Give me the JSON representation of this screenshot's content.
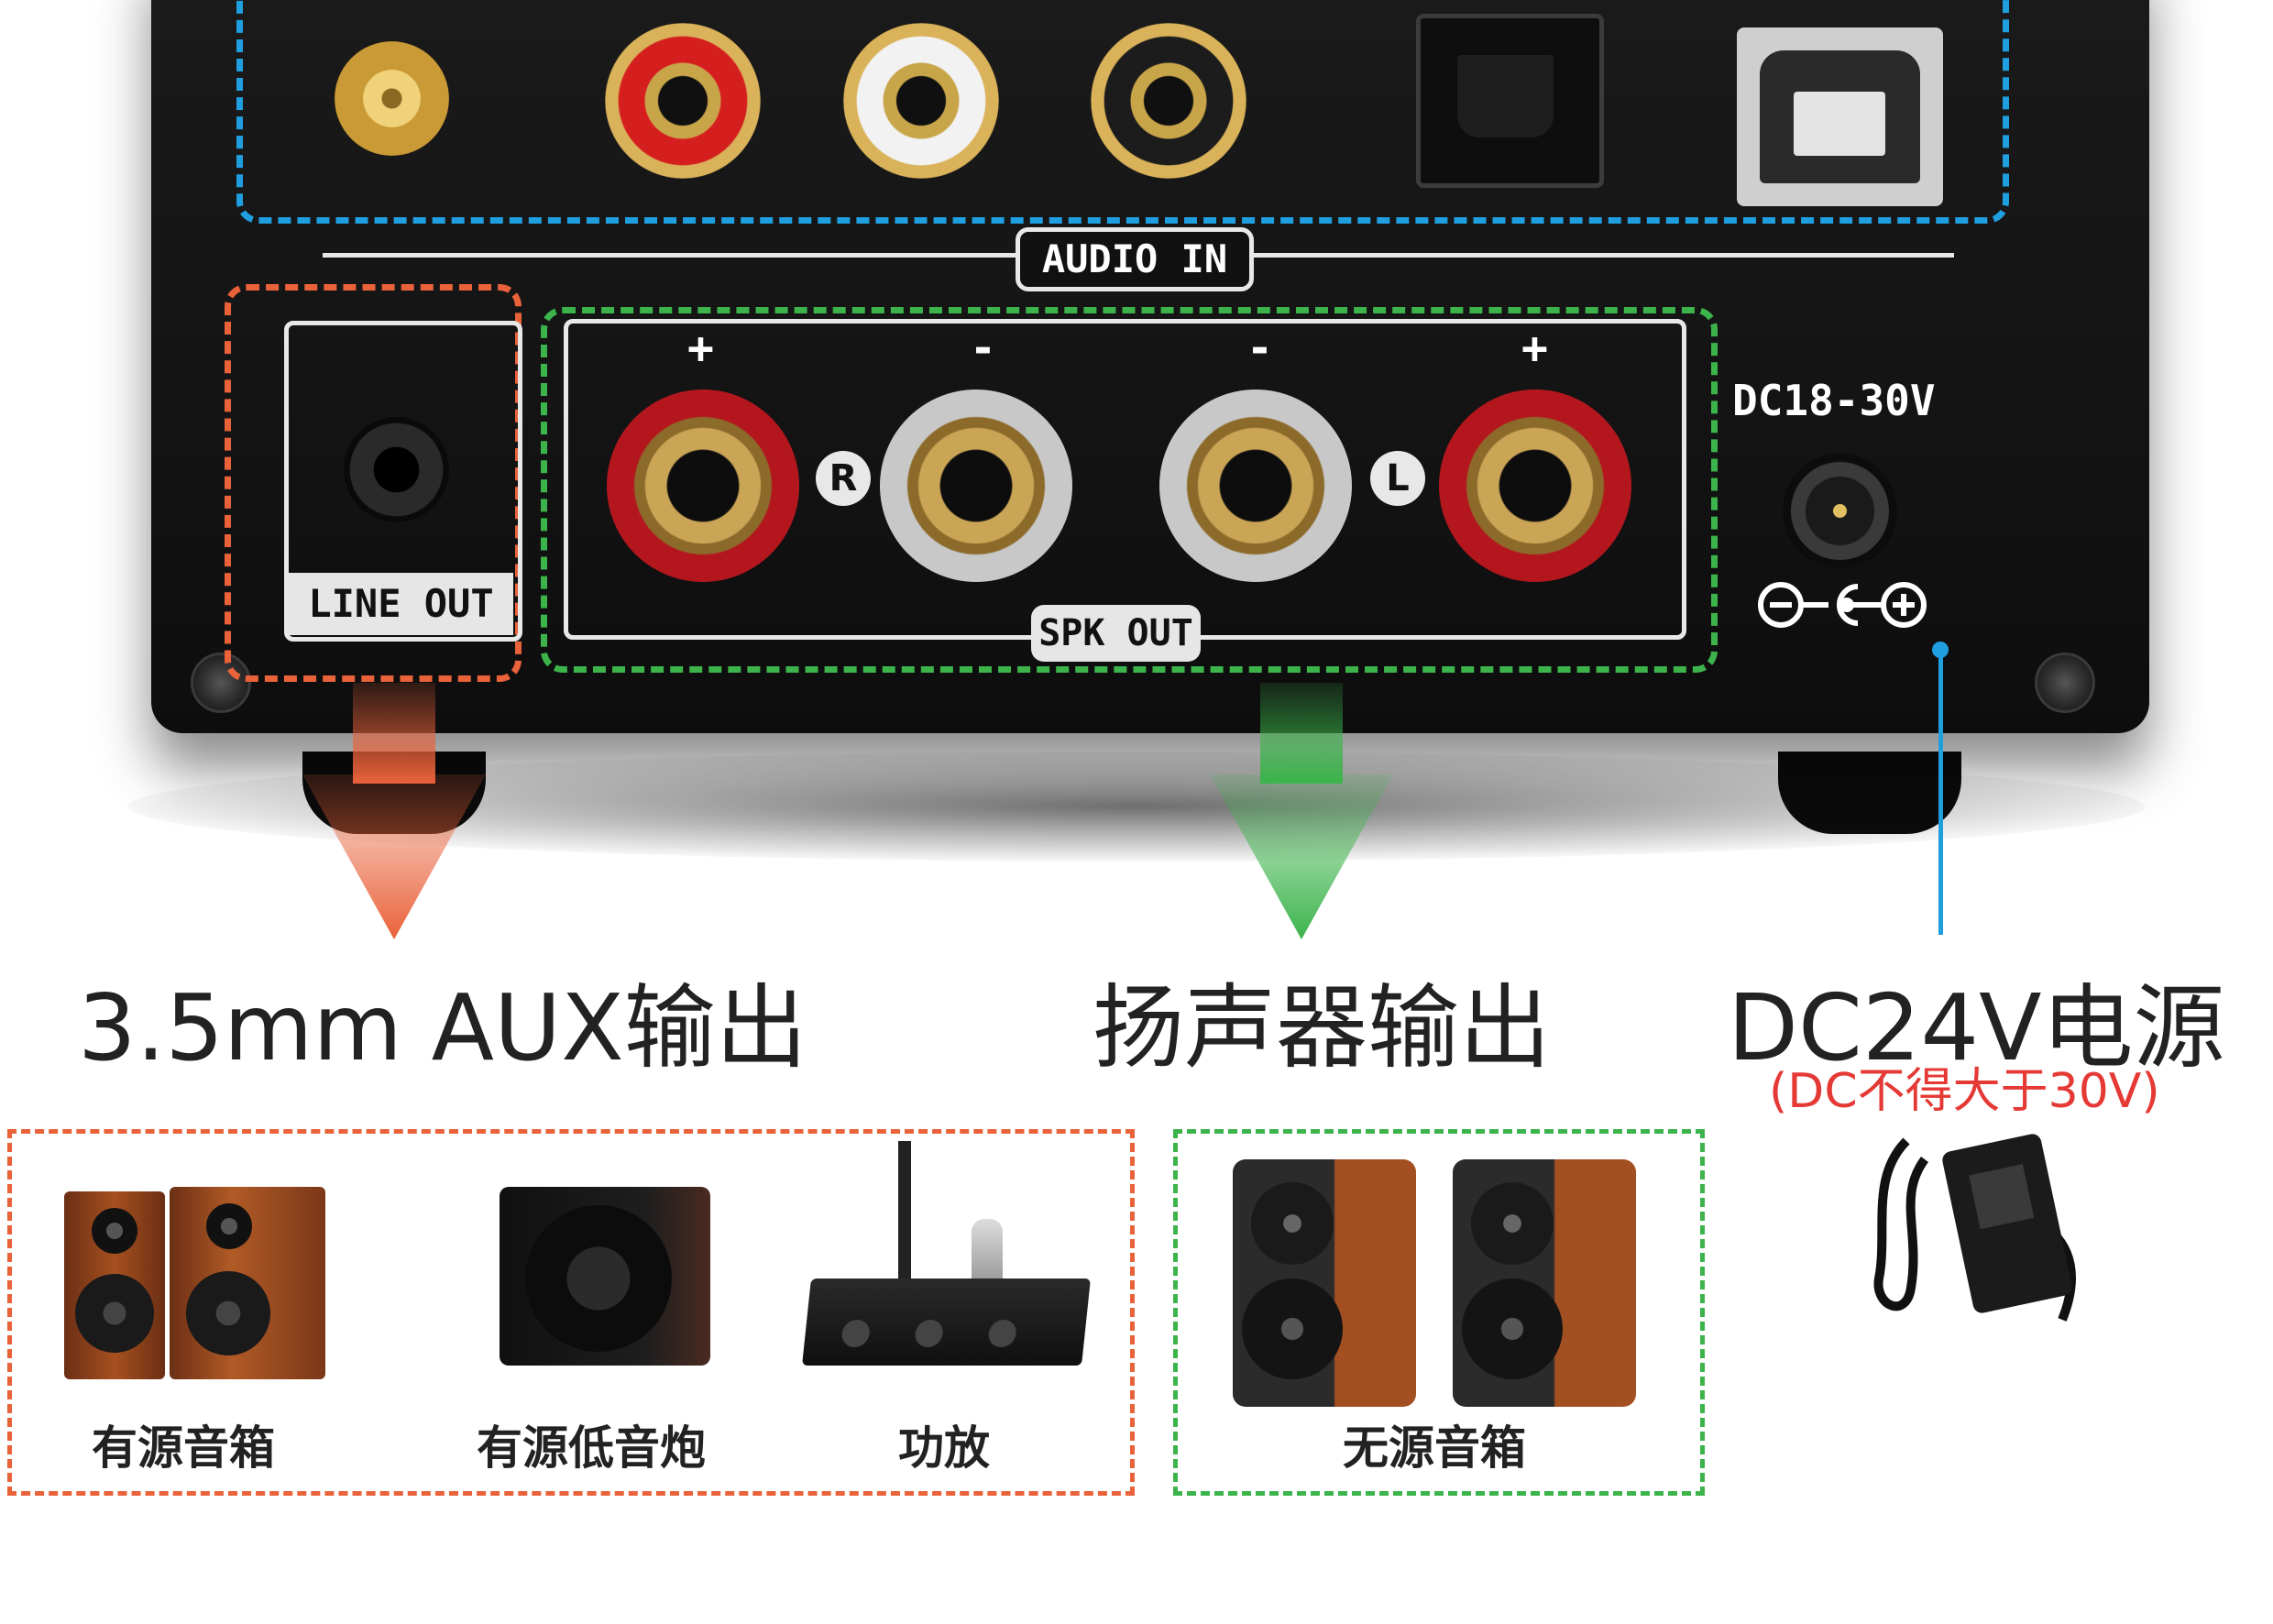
{
  "panel": {
    "audio_in_label": "AUDIO IN",
    "line_out_label": "LINE OUT",
    "spk_out_label": "SPK OUT",
    "dc_rating_label": "DC18-30V",
    "polarity": {
      "r_plus": "+",
      "r_minus": "-",
      "l_minus": "-",
      "l_plus": "+"
    },
    "channel_r": "R",
    "channel_l": "L"
  },
  "captions": {
    "aux_out": "3.5mm AUX输出",
    "speaker_out": "扬声器输出",
    "power": "DC24V电源",
    "power_note": "(DC不得大于30V)"
  },
  "products": {
    "aux_items": [
      "有源音箱",
      "有源低音炮",
      "功放"
    ],
    "speaker_items": [
      "无源音箱"
    ]
  },
  "colors": {
    "orange": "#e9623a",
    "green": "#3cb44b",
    "blue": "#1f9ee0",
    "red_note": "#e53935"
  }
}
